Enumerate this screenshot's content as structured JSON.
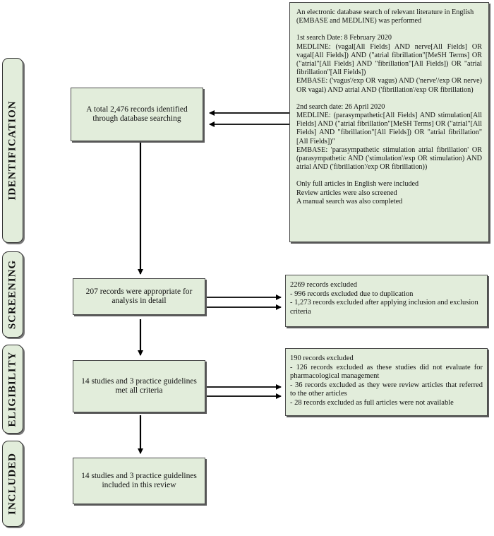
{
  "stages": [
    "IDENTIFICATION",
    "SCREENING",
    "ELIGIBILITY",
    "INCLUDED"
  ],
  "flow": {
    "identified": "A total 2,476 records identified through database searching",
    "screened": "207 records were appropriate for analysis in detail",
    "eligible": "14 studies and 3 practice guidelines met all criteria",
    "included": "14 studies and 3 practice guidelines included in this review"
  },
  "search": {
    "intro": "An electronic database search of relevant literature in English (EMBASE and MEDLINE) was performed",
    "date1": "1st search Date: 8 February 2020",
    "medline1": "MEDLINE: (vagal[All Fields] AND nerve[All Fields] OR vagal[All Fields]) AND (\"atrial fibrillation\"[MeSH Terms] OR (\"atrial\"[All Fields] AND \"fibrillation\"[All Fields]) OR \"atrial fibrillation\"[All Fields])",
    "embase1": "EMBASE: ('vagus'/exp OR vagus) AND ('nerve'/exp OR nerve) OR vagal) AND atrial AND ('fibrillation'/exp OR fibrillation)",
    "date2": "2nd search date: 26 April 2020",
    "medline2": "MEDLINE: (parasympathetic[All Fields] AND stimulation[All Fields] AND (\"atrial fibrillation\"[MeSH Terms] OR (\"atrial\"[All Fields] AND \"fibrillation\"[All Fields]) OR \"atrial fibrillation\"[All Fields])\"",
    "embase2": "EMBASE: 'parasympathetic stimulation atrial fibrillation' OR (parasympathetic AND ('stimulation'/exp OR stimulation) AND atrial AND ('fibrillation'/exp OR fibrillation))",
    "notes": [
      "Only full articles in English were included",
      "Review articles were also screened",
      "A manual search was also completed"
    ]
  },
  "excluded_screening": {
    "title": "2269 records excluded",
    "items": [
      "- 996 records excluded due to duplication",
      "- 1,273 records excluded after applying inclusion and exclusion criteria"
    ]
  },
  "excluded_eligibility": {
    "title": "190 records excluded",
    "items": [
      "- 126 records excluded as these studies did not evaluate for pharmacological management",
      "- 36 records excluded as they were review articles that referred to the other articles",
      "- 28 records excluded as full articles were not available"
    ]
  },
  "colors": {
    "box_fill": "#e2eddb",
    "border": "#4a4a4a",
    "arrow": "#000000"
  }
}
